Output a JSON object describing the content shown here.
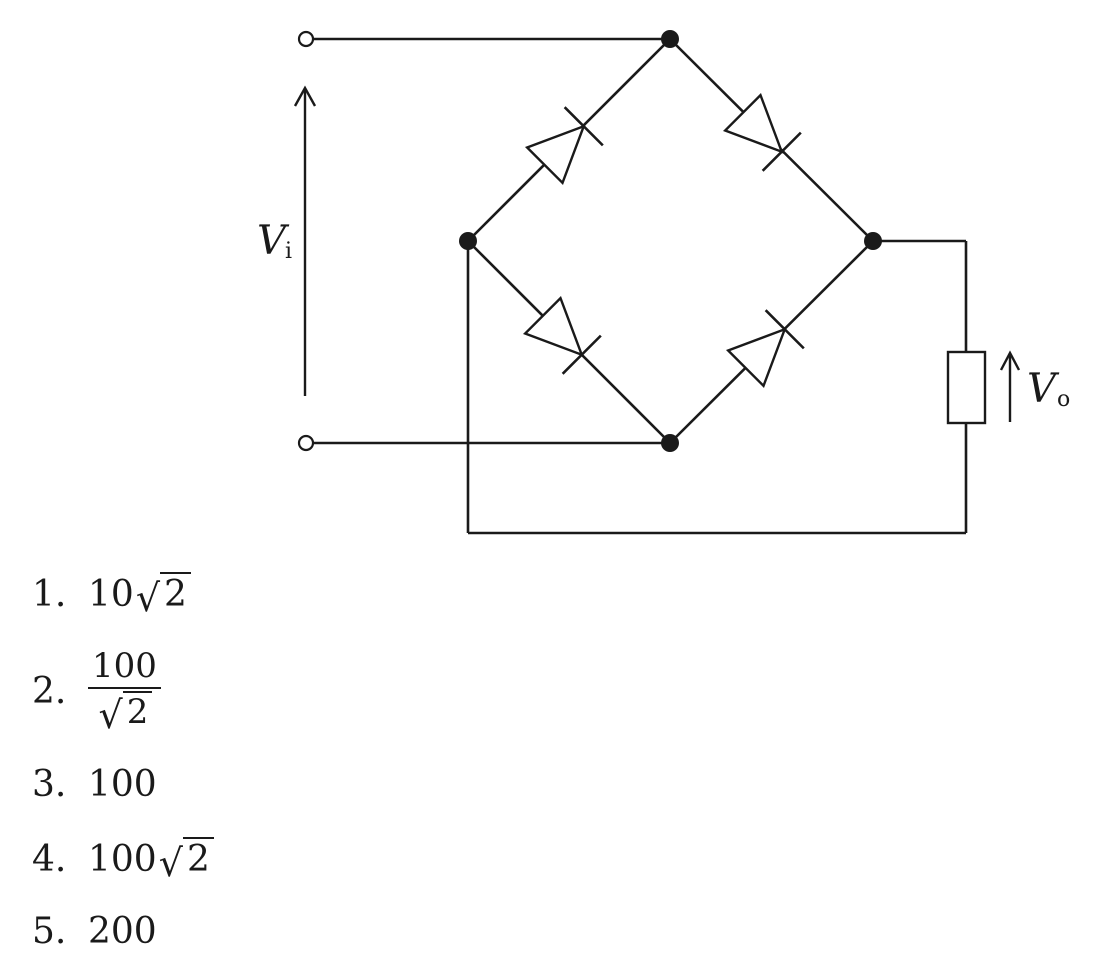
{
  "diagram": {
    "input_label": {
      "main": "V",
      "sub": "i"
    },
    "output_label": {
      "main": "V",
      "sub": "o"
    }
  },
  "options": [
    {
      "number": "1.",
      "coef": "10",
      "radicand": "2"
    },
    {
      "number": "2.",
      "numerator": "100",
      "radicand": "2"
    },
    {
      "number": "3.",
      "value": "100"
    },
    {
      "number": "4.",
      "coef": "100",
      "radicand": "2"
    },
    {
      "number": "5.",
      "value": "200"
    }
  ]
}
